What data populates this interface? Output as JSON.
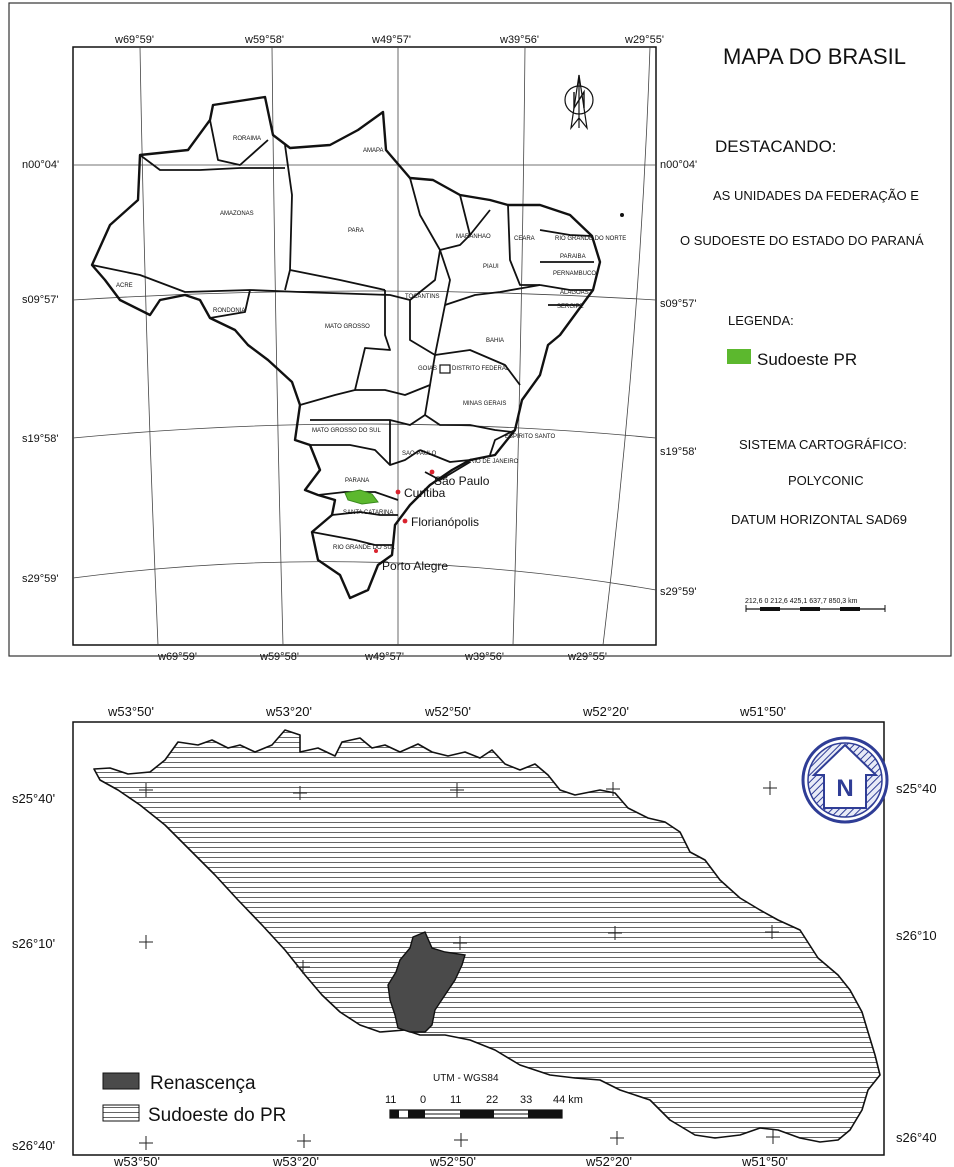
{
  "top_map": {
    "title": "MAPA DO BRASIL",
    "highlight_heading": "DESTACANDO:",
    "highlight_line1": "AS UNIDADES DA FEDERAÇÃO E",
    "highlight_line2": "O SUDOESTE DO ESTADO DO PARANÁ",
    "legend_heading": "LEGENDA:",
    "legend_item": "Sudoeste PR",
    "legend_color": "#5cb82e",
    "cartographic_heading": "SISTEMA CARTOGRÁFICO:",
    "projection": "POLYCONIC",
    "datum": "DATUM HORIZONTAL SAD69",
    "scale_label": "212,6   0   212,6  425,1 637,7  850,3 km",
    "lon_top": [
      "w69°59'",
      "w59°58'",
      "w49°57'",
      "w39°56'",
      "w29°55'"
    ],
    "lon_bottom": [
      "w69°59'",
      "w59°58'",
      "w49°57'",
      "w39°56'",
      "w29°55'"
    ],
    "lat_left": [
      "n00°04'",
      "s09°57'",
      "s19°58'",
      "s29°59'"
    ],
    "lat_right": [
      "n00°04'",
      "s09°57'",
      "s19°58'",
      "s29°59'"
    ],
    "states": {
      "roraima": "RORAIMA",
      "amapa": "AMAPA",
      "amazonas": "AMAZONAS",
      "para": "PARA",
      "maranhao": "MARANHAO",
      "ceara": "CEARA",
      "rn": "RIO GRANDE DO NORTE",
      "piaui": "PIAUI",
      "paraiba": "PARAIBA",
      "pernambuco": "PERNAMBUCO",
      "alagoas": "ALAGOAS",
      "sergipe": "SERGIPE",
      "acre": "ACRE",
      "rondonia": "RONDONIA",
      "tocantins": "TOCANTINS",
      "mato_grosso": "MATO GROSSO",
      "bahia": "BAHIA",
      "goias": "GOIAS",
      "df": "DISTRITO FEDERAL",
      "minas": "MINAS GERAIS",
      "ms": "MATO GROSSO DO SUL",
      "es": "ESPIRITO SANTO",
      "sp": "SAO PAULO",
      "rj": "RIO DE JANEIRO",
      "parana": "PARANA",
      "sc": "SANTA CATARINA",
      "rs": "RIO GRANDE DO SUL"
    },
    "cities": {
      "sao_paulo": "São Paulo",
      "curitiba": "Curitiba",
      "florianopolis": "Florianópolis",
      "porto_alegre": "Porto Alegre"
    }
  },
  "bottom_map": {
    "lon_top": [
      "w53°50'",
      "w53°20'",
      "w52°50'",
      "w52°20'",
      "w51°50'"
    ],
    "lon_bottom": [
      "w53°50'",
      "w53°20'",
      "w52°50'",
      "w52°20'",
      "w51°50'"
    ],
    "lat_left": [
      "s25°40'",
      "s26°10'",
      "s26°40'"
    ],
    "lat_right": [
      "s25°40",
      "s26°10",
      "s26°40"
    ],
    "north_label": "N",
    "projection_label": "UTM  -  WGS84",
    "scale_ticks": [
      "11",
      "0",
      "11",
      "22",
      "33",
      "44  km"
    ],
    "legend": [
      {
        "label": "Renascença",
        "color": "#4a4a4a"
      },
      {
        "label": "Sudoeste do PR",
        "color": "#ffffff"
      }
    ],
    "north_color": "#2f3d96"
  }
}
